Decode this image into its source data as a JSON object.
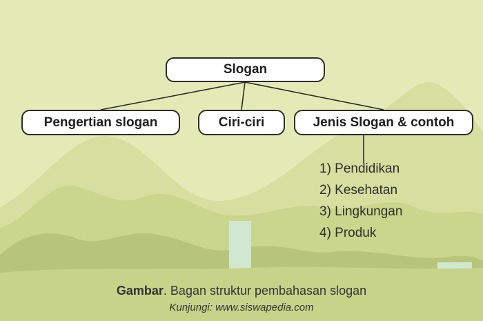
{
  "colors": {
    "background": "#e4eab6",
    "hill_light": "#d6df9f",
    "hill_mid": "#c9d68c",
    "hill_dark": "#b7c57a",
    "ground": "#c8d38a",
    "waterfall": "#cfe8cf",
    "box_fill": "#ffffff",
    "box_border": "#2b2b2b",
    "connector": "#2b2b2b"
  },
  "diagram": {
    "root": "Slogan",
    "children": [
      "Pengertian slogan",
      "Ciri-ciri",
      "Jenis Slogan & contoh"
    ],
    "jenis_list": [
      "1) Pendidikan",
      "2) Kesehatan",
      "3) Lingkungan",
      "4) Produk"
    ]
  },
  "caption": {
    "label": "Gambar",
    "text": ". Bagan struktur pembahasan slogan",
    "source": "Kunjungi: www.siswapedia.com"
  }
}
